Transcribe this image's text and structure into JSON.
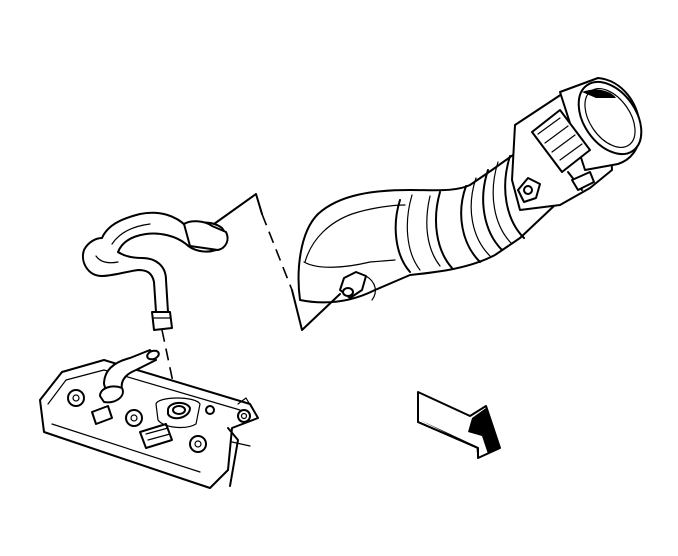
{
  "figure": {
    "kind": "exploded line drawing",
    "colors": {
      "line": "#000000",
      "background": "#ffffff",
      "shade": "#000000"
    },
    "parts": [
      {
        "id": "air-intake-duct",
        "icon": "intake-duct-icon"
      },
      {
        "id": "mass-airflow-sensor",
        "icon": "maf-sensor-icon"
      },
      {
        "id": "pcv-hose",
        "icon": "hose-icon"
      },
      {
        "id": "valve-cover",
        "icon": "valve-cover-icon"
      },
      {
        "id": "front-view-arrow",
        "icon": "direction-arrow-icon"
      }
    ]
  }
}
